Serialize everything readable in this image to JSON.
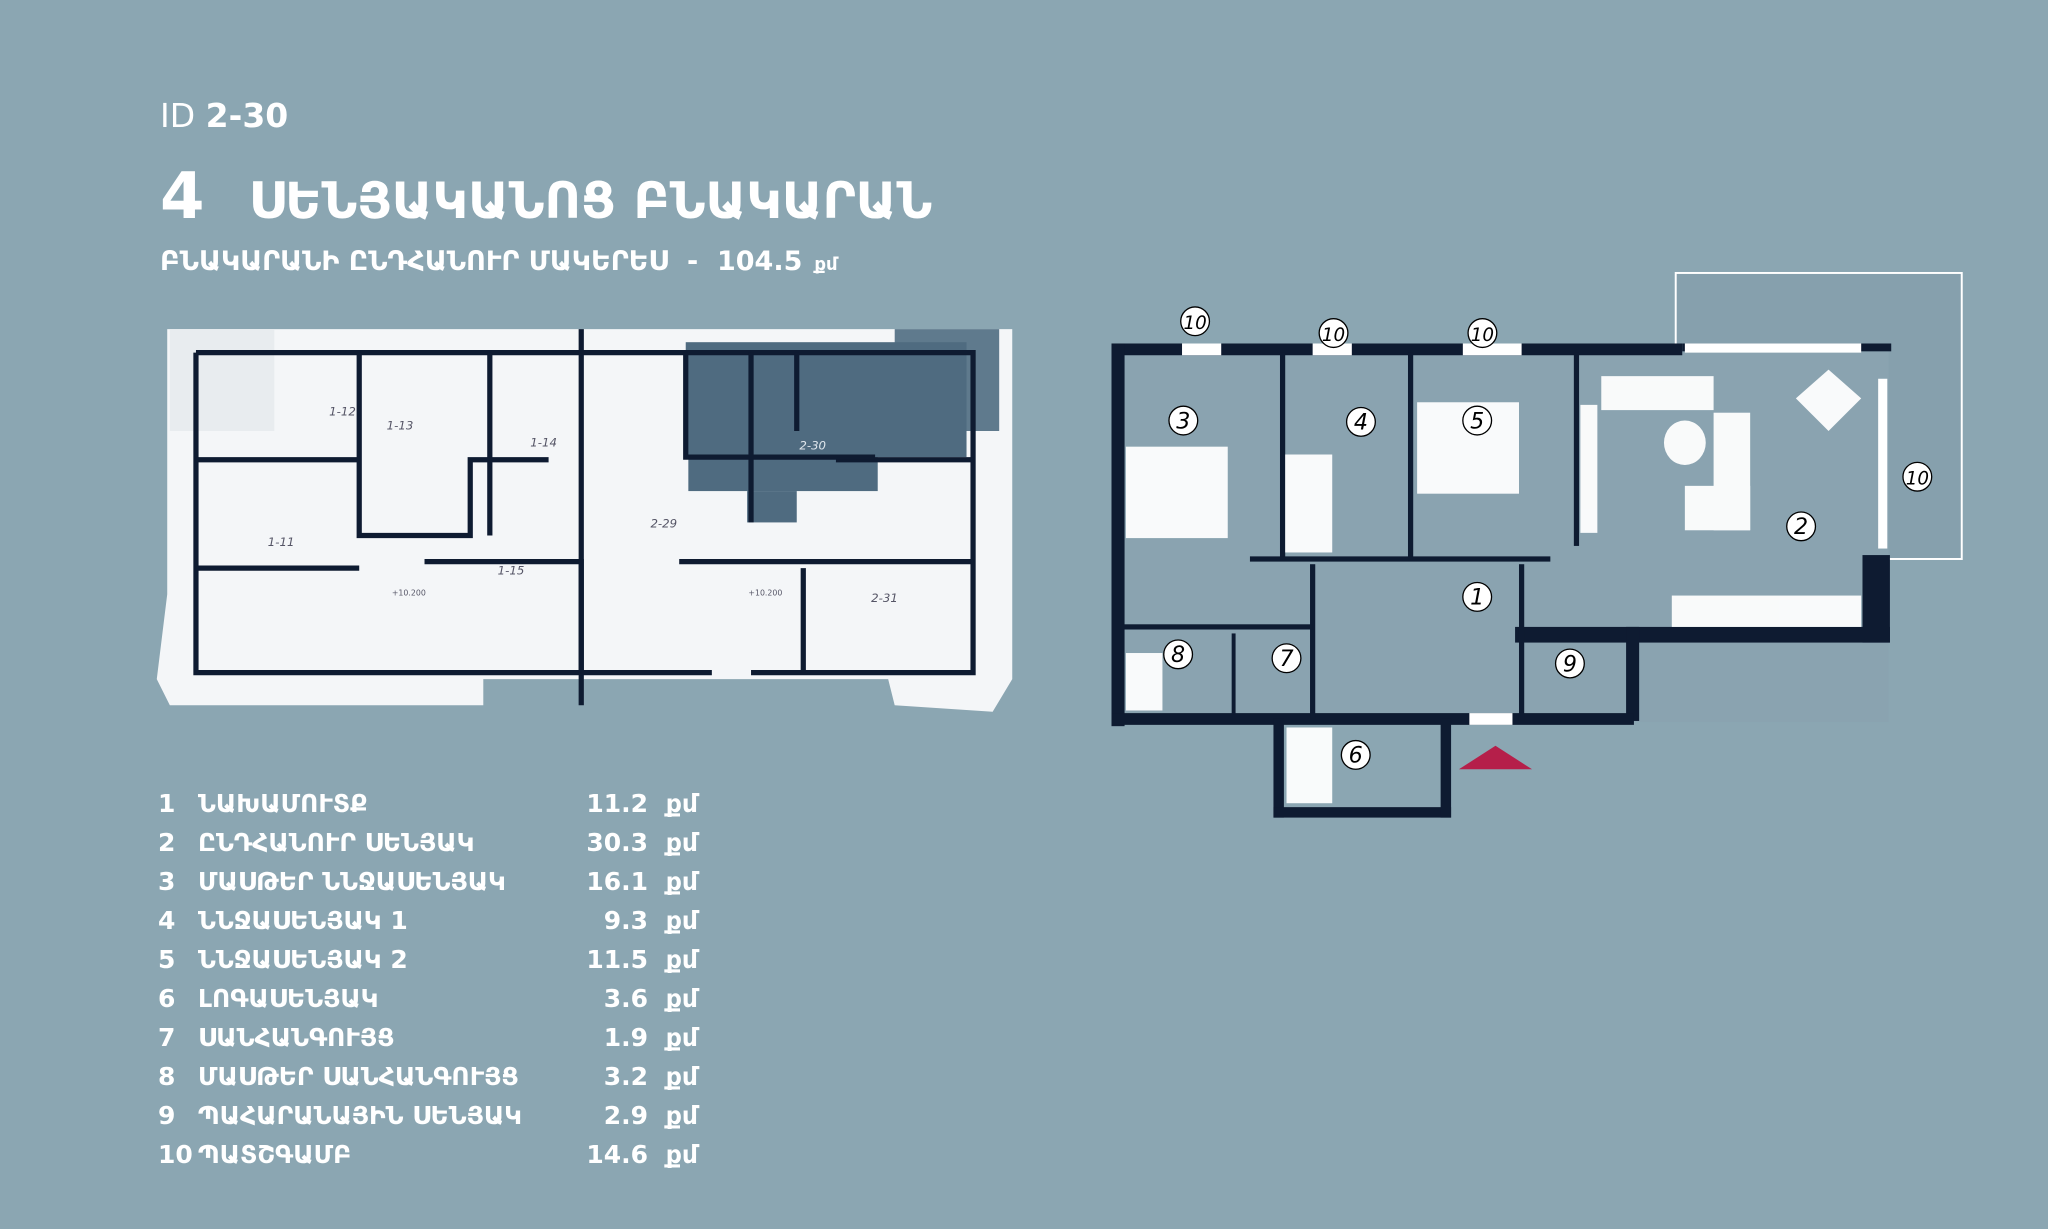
{
  "header": {
    "id_prefix": "ID",
    "id_value": "2-30",
    "rooms_count": "4",
    "title": "ՍԵՆՅԱԿԱՆՈՑ ԲՆԱԿԱՐԱՆ",
    "total_area_label": "ԲՆԱԿԱՐԱՆԻ ԸՆԴՀԱՆՈՒՐ ՄԱԿԵՐԵՍ",
    "separator": "-",
    "total_area_value": "104.5",
    "total_area_unit": "քմ"
  },
  "rooms": [
    {
      "num": "1",
      "name": "ՆԱԽԱՄՈՒՏՔ",
      "area": "11.2",
      "unit": "քմ"
    },
    {
      "num": "2",
      "name": "ԸՆԴՀԱՆՈՒՐ ՍԵՆՅԱԿ",
      "area": "30.3",
      "unit": "քմ"
    },
    {
      "num": "3",
      "name": "ՄԱՍԹԵՐ ՆՆՋԱՍԵՆՅԱԿ",
      "area": "16.1",
      "unit": "քմ"
    },
    {
      "num": "4",
      "name": "ՆՆՋԱՍԵՆՅԱԿ 1",
      "area": "9.3",
      "unit": "քմ"
    },
    {
      "num": "5",
      "name": "ՆՆՋԱՍԵՆՅԱԿ 2",
      "area": "11.5",
      "unit": "քմ"
    },
    {
      "num": "6",
      "name": "ԼՈԳԱՍԵՆՅԱԿ",
      "area": "3.6",
      "unit": "քմ"
    },
    {
      "num": "7",
      "name": "ՍԱՆՀԱՆԳՈՒՅՑ",
      "area": "1.9",
      "unit": "քմ"
    },
    {
      "num": "8",
      "name": "ՄԱՍԹԵՐ ՍԱՆՀԱՆԳՈՒՅՑ",
      "area": "3.2",
      "unit": "քմ"
    },
    {
      "num": "9",
      "name": "ՊԱՀԱՐԱՆԱՅԻՆ ՍԵՆՅԱԿ",
      "area": "2.9",
      "unit": "քմ"
    },
    {
      "num": "10",
      "name": "ՊԱՏՇԳԱՄԲ",
      "area": "14.6",
      "unit": "քմ"
    }
  ],
  "floor_plan": {
    "units": [
      "1-12",
      "1-13",
      "1-14",
      "1-11",
      "1-15",
      "2-29",
      "2-30",
      "2-31"
    ],
    "elevation": "+10.200",
    "highlighted_unit": "2-30"
  },
  "apartment_plan": {
    "labels": {
      "balcony": "10",
      "r1": "1",
      "r2": "2",
      "r3": "3",
      "r4": "4",
      "r5": "5",
      "r6": "6",
      "r7": "7",
      "r8": "8",
      "r9": "9"
    }
  },
  "colors": {
    "background": "#8ba6b2",
    "wall": "#0e1b31",
    "highlight": "#4f6b80",
    "entrance": "#b51f4a"
  }
}
